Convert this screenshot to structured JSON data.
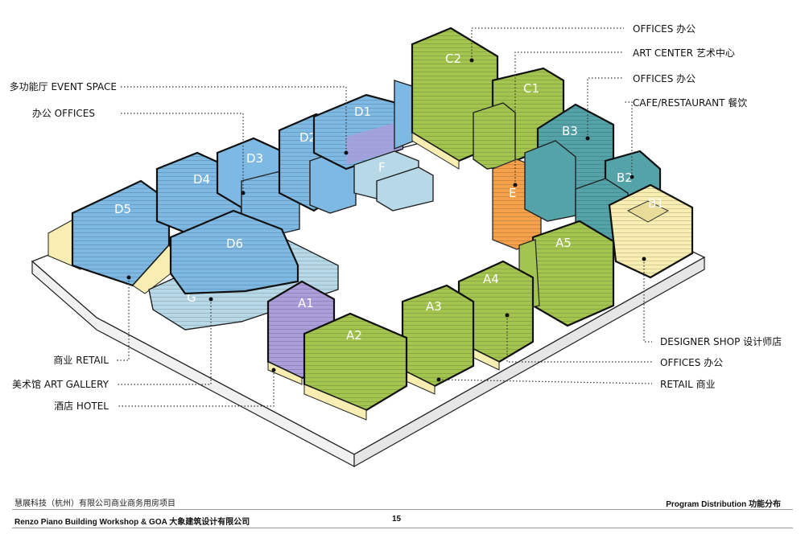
{
  "colors": {
    "blue": "#7db9e3",
    "light_blue": "#b7d8e6",
    "green": "#a3c54f",
    "teal": "#53a3a8",
    "orange": "#f5a04a",
    "purple": "#ab9edb",
    "yellow": "#f8eeb2",
    "base": "#ffffff"
  },
  "blocks": {
    "C2": "C2",
    "C1": "C1",
    "E": "E",
    "B3": "B3",
    "B2": "B2",
    "B1": "B1",
    "D1": "D1",
    "D2": "D2",
    "D3": "D3",
    "D4": "D4",
    "D5": "D5",
    "D6": "D6",
    "F": "F",
    "G": "G",
    "A1": "A1",
    "A2": "A2",
    "A3": "A3",
    "A4": "A4",
    "A5": "A5"
  },
  "labels_right": {
    "offices_top": "OFFICES  办公",
    "art_center": "ART CENTER   艺术中心",
    "offices_mid": "OFFICES   办公",
    "cafe": "CAFE/RESTAURANT   餐饮",
    "designer_shop": "DESIGNER SHOP  设计师店",
    "offices_bottom": "OFFICES  办公",
    "retail_right": "RETAIL      商业"
  },
  "labels_left": {
    "event_space": "多功能厅  EVENT SPACE",
    "offices_left": "办公    OFFICES",
    "retail_left": "商业   RETAIL",
    "art_gallery": "美术馆   ART GALLERY",
    "hotel": "酒店  HOTEL"
  },
  "footer": {
    "project_cn": "慧展科技（杭州）有限公司商业商务用房项目",
    "program": "Program Distribution  功能分布",
    "firm": "Renzo Piano Building Workshop &  GOA  大象建筑设计有限公司",
    "page": "15"
  }
}
